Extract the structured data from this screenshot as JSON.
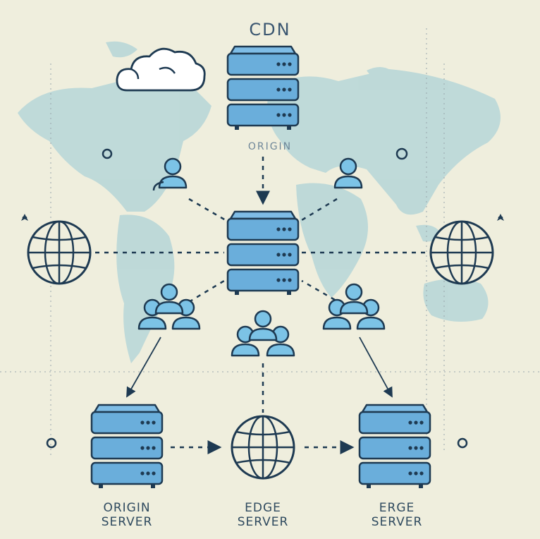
{
  "diagram": {
    "title": "CDN",
    "top_server_label": "ORIGIN",
    "bottom_labels": [
      {
        "line1": "ORIGIN",
        "line2": "SERVER"
      },
      {
        "line1": "EDGE",
        "line2": "SERVER"
      },
      {
        "line1": "ERGE",
        "line2": "SERVER"
      }
    ],
    "colors": {
      "background": "#efeedd",
      "map_land": "#bcd8d8",
      "server_fill": "#6aaedb",
      "outline": "#1e3a52",
      "user_fill": "#7cc3e6"
    },
    "icons": [
      "cloud-icon",
      "server-icon",
      "globe-icon",
      "users-icon",
      "user-icon",
      "map-pin-icon",
      "sparkle-icon"
    ]
  }
}
